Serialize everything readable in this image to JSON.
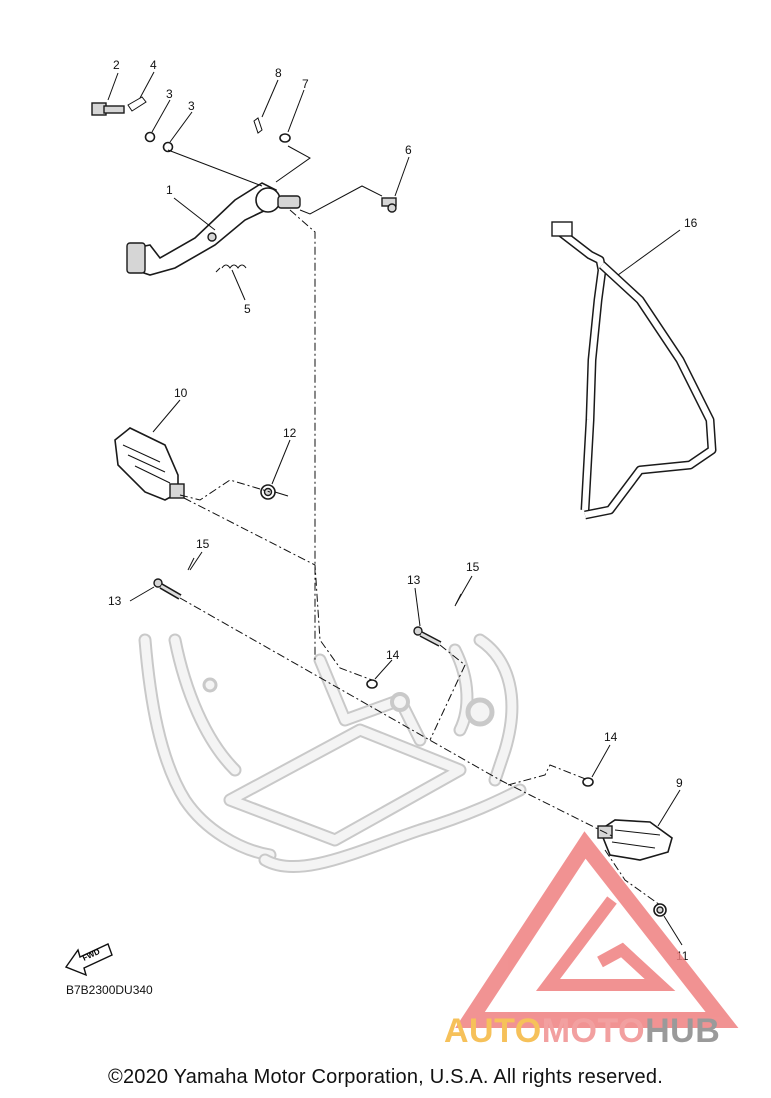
{
  "diagram": {
    "callouts": [
      {
        "id": "c1",
        "label": "1"
      },
      {
        "id": "c2",
        "label": "2"
      },
      {
        "id": "c3a",
        "label": "3"
      },
      {
        "id": "c3b",
        "label": "3"
      },
      {
        "id": "c4",
        "label": "4"
      },
      {
        "id": "c5",
        "label": "5"
      },
      {
        "id": "c6",
        "label": "6"
      },
      {
        "id": "c7",
        "label": "7"
      },
      {
        "id": "c8",
        "label": "8"
      },
      {
        "id": "c9",
        "label": "9"
      },
      {
        "id": "c10",
        "label": "10"
      },
      {
        "id": "c11",
        "label": "11"
      },
      {
        "id": "c12",
        "label": "12"
      },
      {
        "id": "c13a",
        "label": "13"
      },
      {
        "id": "c13b",
        "label": "13"
      },
      {
        "id": "c14a",
        "label": "14"
      },
      {
        "id": "c14b",
        "label": "14"
      },
      {
        "id": "c15a",
        "label": "15"
      },
      {
        "id": "c15b",
        "label": "15"
      },
      {
        "id": "c16",
        "label": "16"
      }
    ],
    "fwd_label": "FWD",
    "diagram_code": "B7B2300DU340",
    "copyright": "©2020 Yamaha Motor Corporation, U.S.A. All rights reserved."
  },
  "watermark": {
    "part1": "AUTO",
    "part2": "MOTO",
    "part3": "HUB",
    "colors": {
      "auto": "#f6c15a",
      "moto": "#f2a0a0",
      "hub": "#9a9a9a",
      "logo": "#ef8080"
    }
  }
}
